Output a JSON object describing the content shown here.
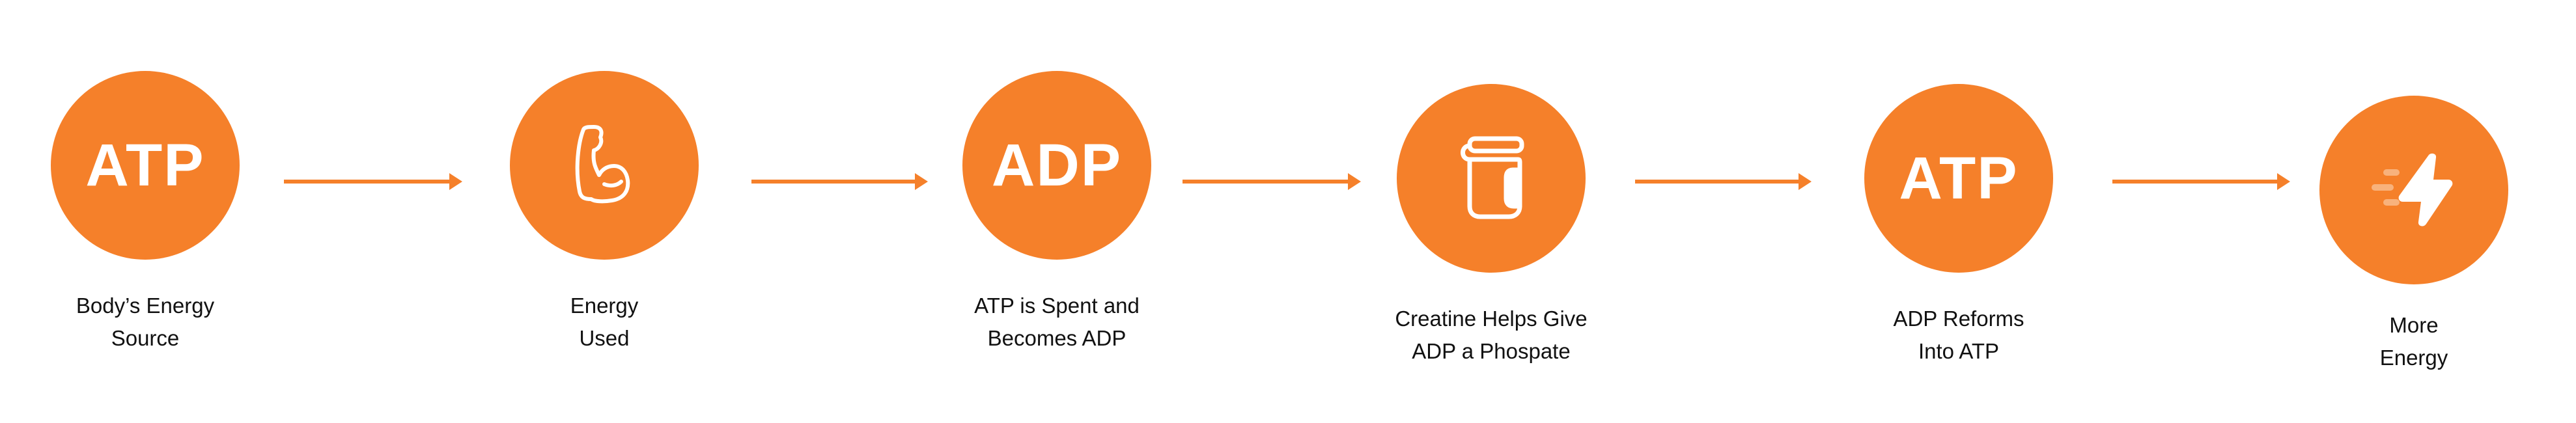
{
  "accent_color": "#F5802A",
  "steps": [
    {
      "icon": "ATP",
      "label_line1": "Body’s Energy",
      "label_line2": "Source"
    },
    {
      "icon": "flexed-bicep-icon",
      "label_line1": "Energy",
      "label_line2": "Used"
    },
    {
      "icon": "ADP",
      "label_line1": "ATP is Spent and",
      "label_line2": "Becomes ADP"
    },
    {
      "icon": "creatine-jar-icon",
      "label_line1": "Creatine Helps Give",
      "label_line2": "ADP a Phospate"
    },
    {
      "icon": "ATP",
      "label_line1": "ADP Reforms",
      "label_line2": "Into ATP"
    },
    {
      "icon": "lightning-bolt-icon",
      "label_line1": "More",
      "label_line2": "Energy"
    }
  ]
}
